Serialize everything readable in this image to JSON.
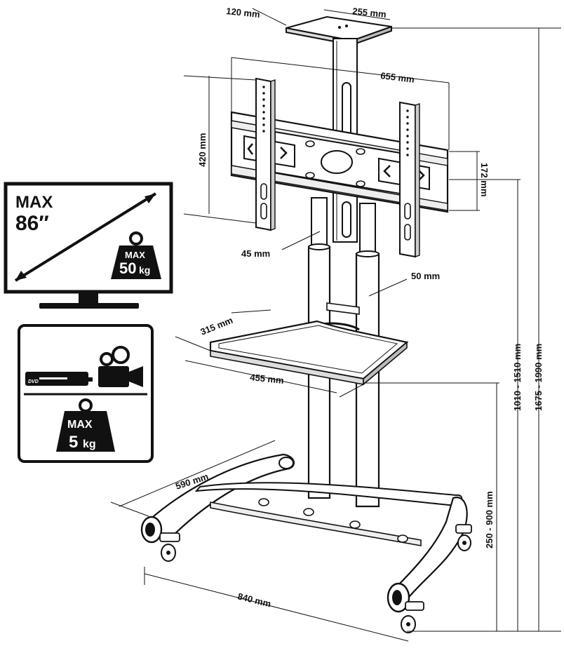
{
  "dimensions": {
    "top_plate_depth": "120 mm",
    "top_plate_width": "255 mm",
    "bracket_width": "655 mm",
    "bracket_height": "420 mm",
    "crossbar_height": "172 mm",
    "upper_pole": "45 mm",
    "lower_pole": "50 mm",
    "shelf_depth": "315 mm",
    "shelf_width": "455 mm",
    "base_depth": "590 mm",
    "base_width": "840 mm",
    "shelf_height": "250 - 900 mm",
    "mount_height": "1010 - 1510 mm",
    "total_height": "1675 - 1990 mm"
  },
  "tv_badge": {
    "max_word": "MAX",
    "size": "86″",
    "weight_max": "MAX",
    "weight_value": "50",
    "weight_unit": "kg"
  },
  "shelf_badge": {
    "device_label": "DVD",
    "weight_max": "MAX",
    "weight_value": "5",
    "weight_unit": "kg"
  }
}
